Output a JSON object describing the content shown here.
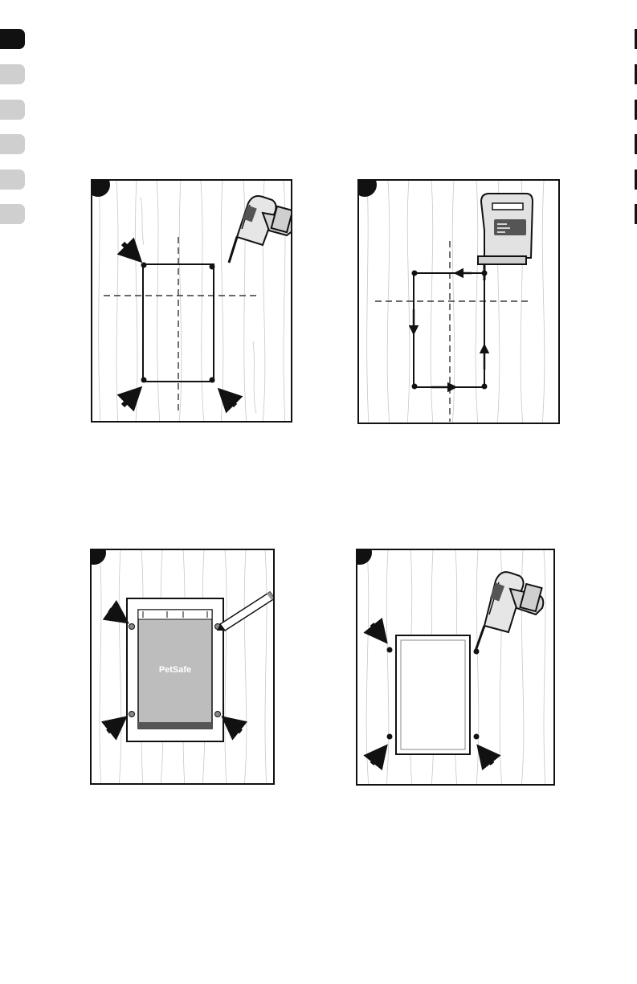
{
  "tabs": {
    "count": 6,
    "active_index": 0
  },
  "steps": [
    {
      "id": "step-1",
      "label": ""
    },
    {
      "id": "step-2",
      "label": ""
    },
    {
      "id": "step-3",
      "label": ""
    },
    {
      "id": "step-4",
      "label": ""
    }
  ],
  "pet_door": {
    "brand_logo": "PetSafe"
  },
  "colors": {
    "ink": "#111111",
    "tab_inactive": "#cfcfcf",
    "tab_active": "#111111",
    "flap_gray": "#bdbdbd"
  },
  "icons": [
    "drill-icon",
    "jigsaw-icon",
    "pencil-icon",
    "arrow-icon"
  ]
}
